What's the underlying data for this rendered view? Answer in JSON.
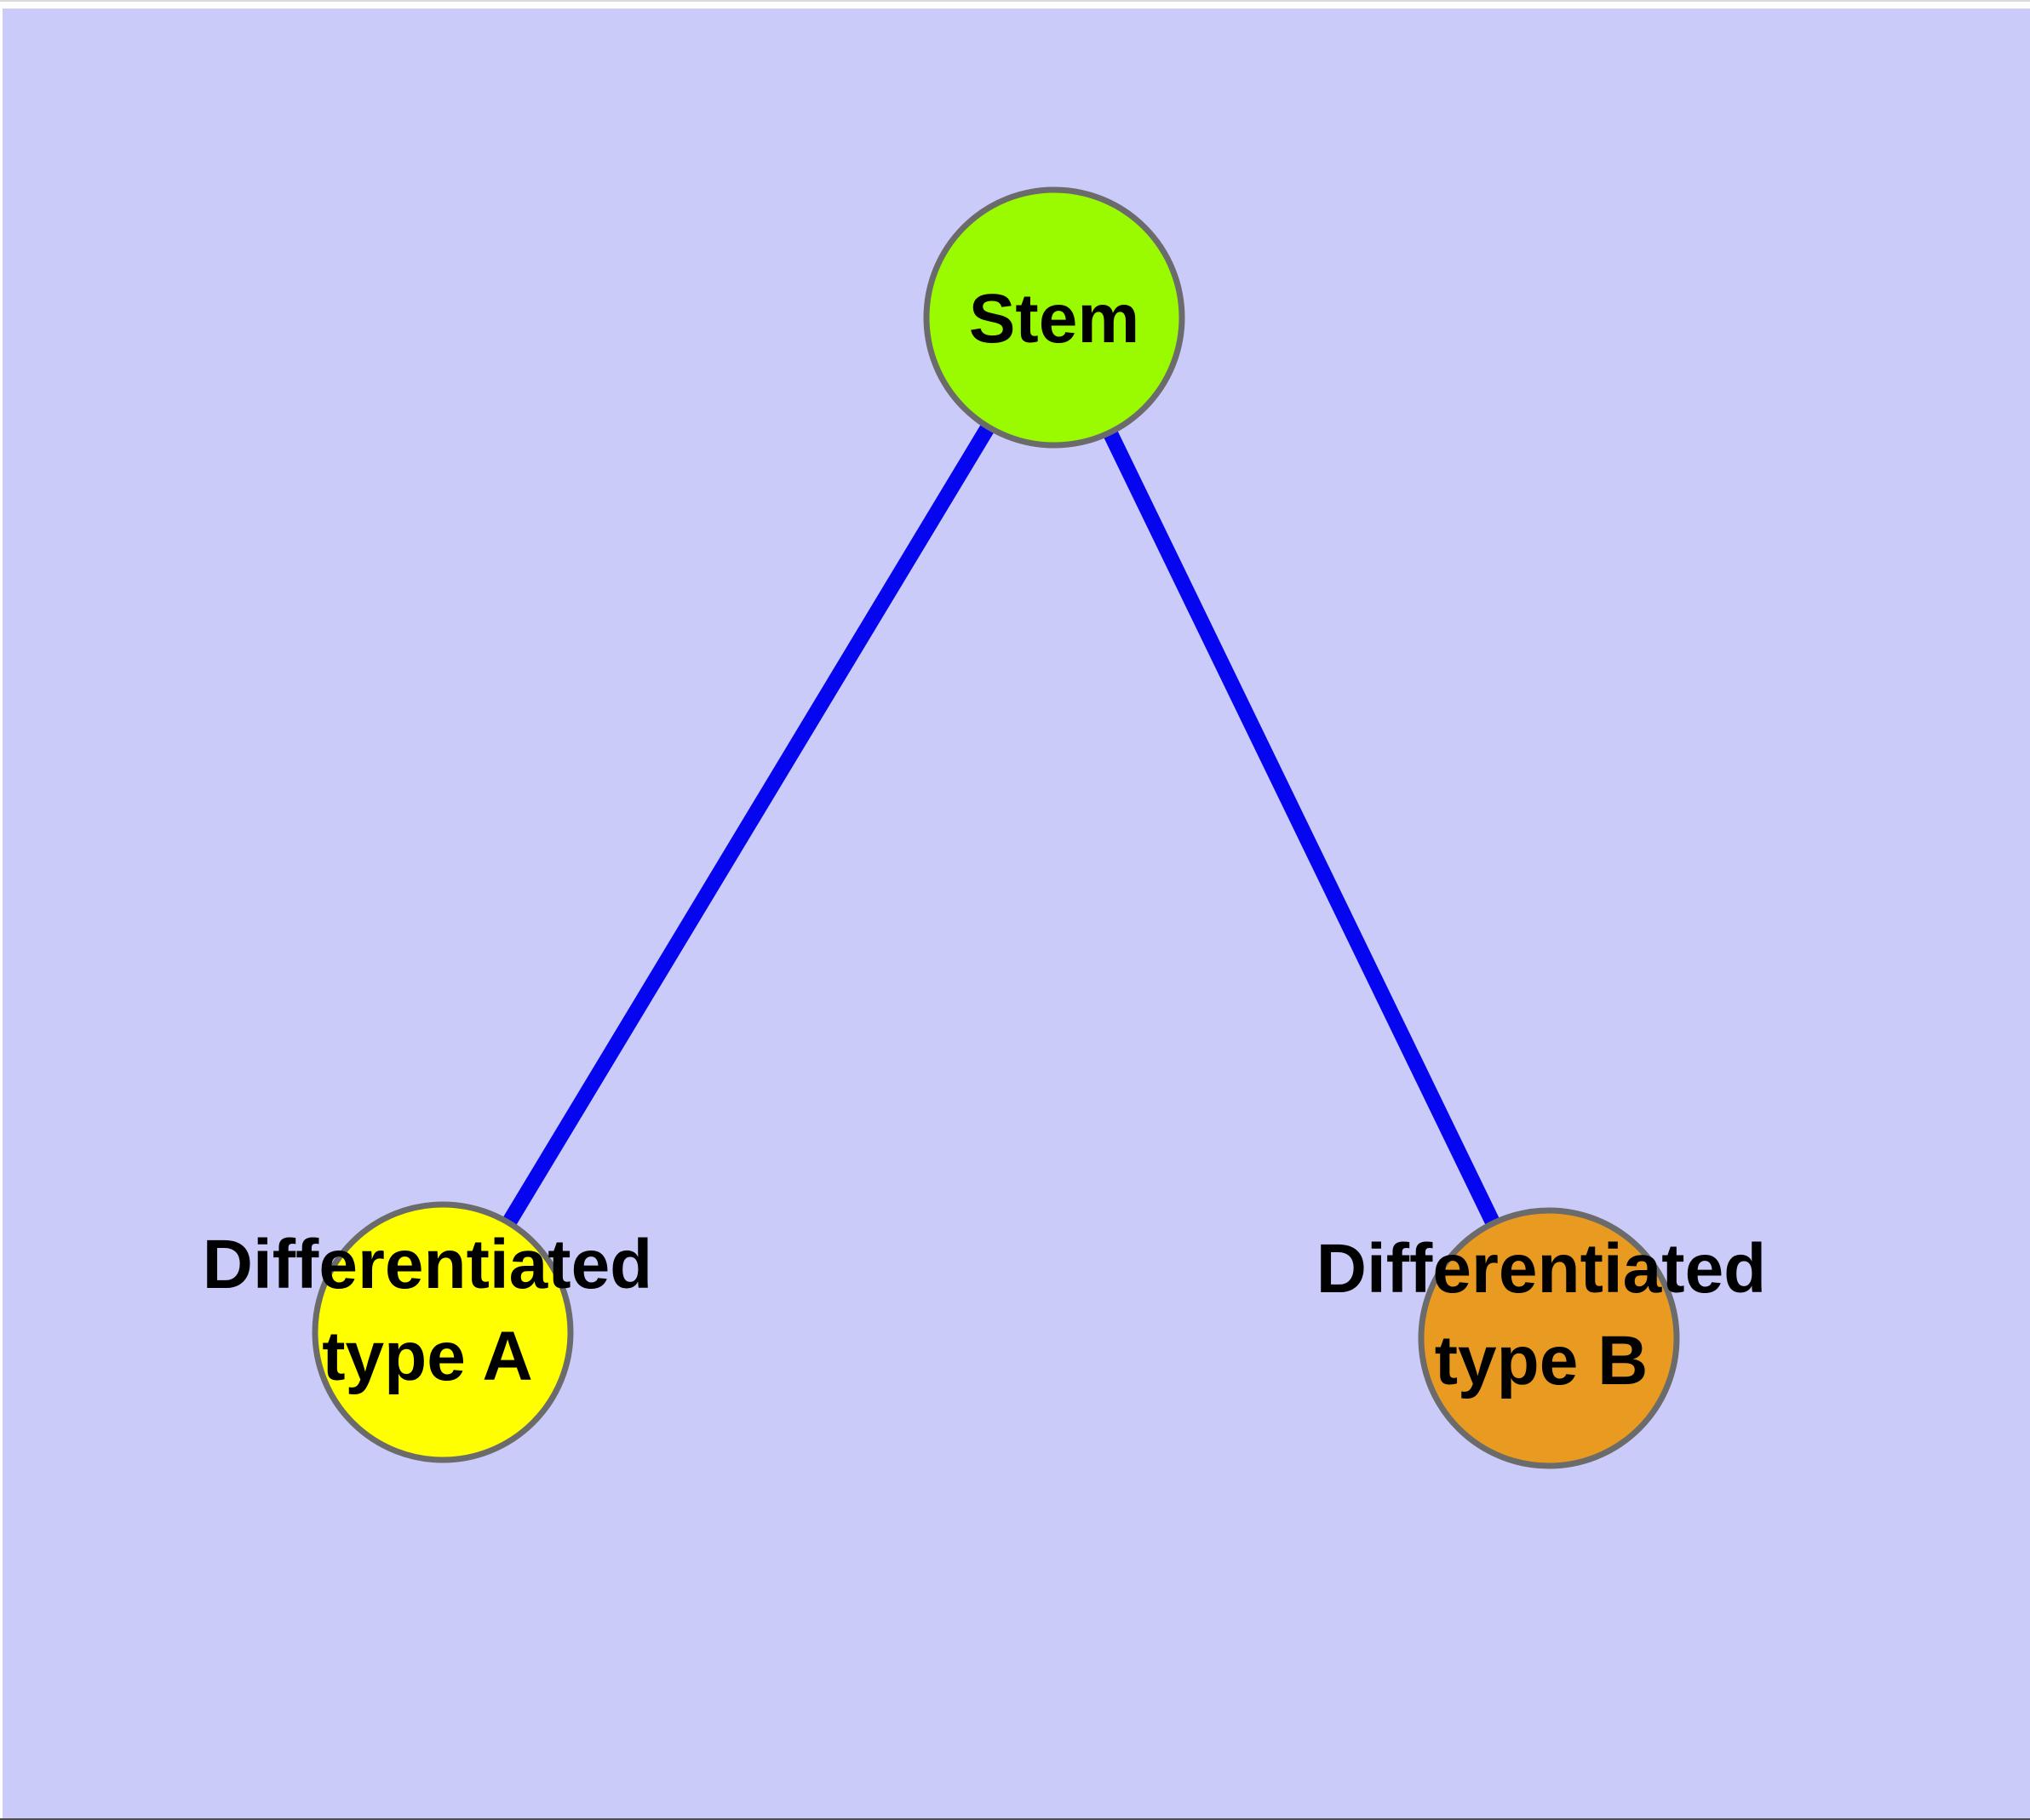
{
  "window": {
    "top_hairline_color": "#DBDBDB",
    "top_strip_color": "#FFFFFF",
    "bottom_line_color": "#4E4E4E"
  },
  "canvas": {
    "background_color": "#CBCBF9",
    "edge_color": "#0505F0",
    "node_border_color": "#6B6B6B",
    "label_color": "#000000"
  },
  "diagram": {
    "nodes": [
      {
        "id": "stem",
        "label": "Stem",
        "fill": "#9AFB00"
      },
      {
        "id": "differentiated-type-a",
        "label_line1": "Differentiated",
        "label_line2": "type A",
        "fill": "#FFFF00"
      },
      {
        "id": "differentiated-type-b",
        "label_line1": "Differentiated",
        "label_line2": "type B",
        "fill": "#E89B20"
      }
    ],
    "edges": [
      {
        "from": "stem",
        "to": "differentiated-type-a"
      },
      {
        "from": "stem",
        "to": "differentiated-type-b"
      }
    ]
  }
}
